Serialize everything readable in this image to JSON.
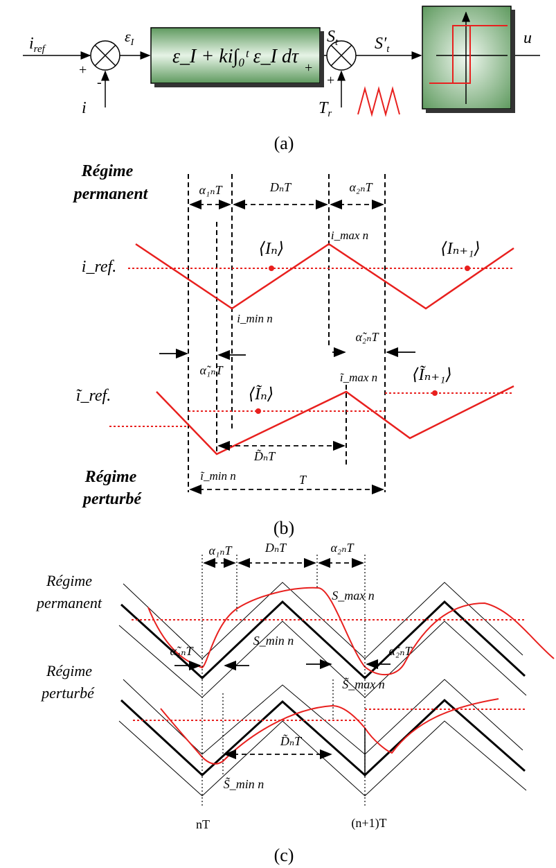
{
  "panel_a": {
    "caption": "(a)",
    "input_label": "i",
    "input_sub": "ref",
    "error_label": "ε",
    "error_sub": "I",
    "plus": "+",
    "minus": "-",
    "feedback_label": "i",
    "block_integrator": "ε_I + ki∫₀ᵗ ε_I dτ",
    "st_label": "S",
    "st_sub": "t",
    "st_prime_label": "S′",
    "st_prime_sub": "t",
    "tr_label": "T",
    "tr_sub": "r",
    "output_label": "u"
  },
  "panel_b": {
    "caption": "(b)",
    "title_top": [
      "Régime",
      "permanent"
    ],
    "title_bottom": [
      "Régime",
      "perturbé"
    ],
    "alpha1": "α₁ₙT",
    "dn": "DₙT",
    "alpha2": "α₂ₙT",
    "imax": "i_max n",
    "imin": "i_min n",
    "In": "⟨Iₙ⟩",
    "In1": "⟨Iₙ₊₁⟩",
    "iref": "i_ref.",
    "alpha1_t": "α̃₁ₙT",
    "alpha2_t": "α̃₂ₙT",
    "imax_t": "ĩ_max n",
    "imin_t": "ĩ_min n",
    "In_t": "⟨Ĩₙ⟩",
    "In1_t": "⟨Ĩₙ₊₁⟩",
    "iref_t": "ĩ_ref.",
    "dn_t": "D̃ₙT",
    "T": "T"
  },
  "panel_c": {
    "caption": "(c)",
    "title_top": [
      "Régime",
      "permanent"
    ],
    "title_bottom": [
      "Régime",
      "perturbé"
    ],
    "alpha1": "α₁ₙT",
    "dn": "DₙT",
    "alpha2": "α₂ₙT",
    "smax": "S_max n",
    "smin": "S_min n",
    "alpha1_t": "α̃₁ₙT",
    "alpha2_t": "α̃₂ₙT",
    "smax_t": "S̃_max n",
    "smin_t": "S̃_min n",
    "dn_t": "D̃ₙT",
    "nT": "nT",
    "n1T": "(n+1)T"
  },
  "colors": {
    "signal": "#e8201e",
    "block_fill": "#7fb07f",
    "block_fill_light": "#d8ecd8",
    "line": "#000000"
  }
}
